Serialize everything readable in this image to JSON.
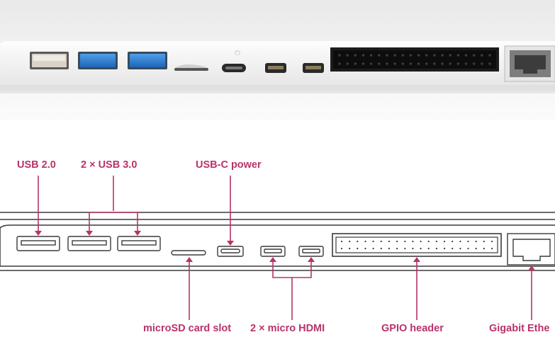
{
  "labels": {
    "usb2": "USB 2.0",
    "usb3": "2 × USB 3.0",
    "usbc": "USB-C power",
    "microsd": "microSD card slot",
    "hdmi": "2 × micro HDMI",
    "gpio": "GPIO header",
    "ethernet": "Gigabit Ethe"
  },
  "colors": {
    "callout": "#b8336a",
    "usb3_blue": "#2f7fd3",
    "outline": "#3a3a3a"
  }
}
